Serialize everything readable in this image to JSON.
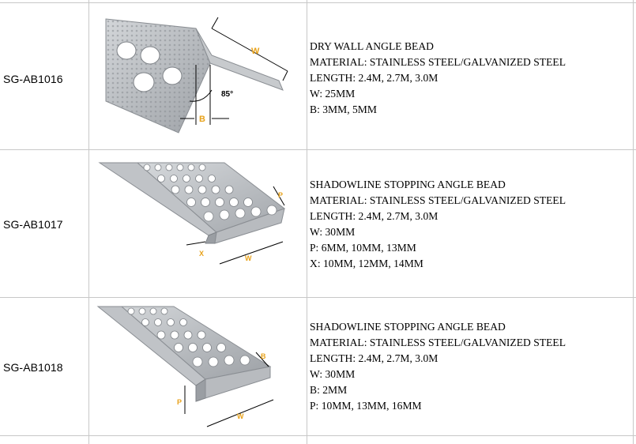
{
  "rows": [
    {
      "code": "SG-AB1016",
      "lines": [
        "DRY WALL ANGLE BEAD",
        "MATERIAL: STAINLESS STEEL/GALVANIZED STEEL",
        "LENGTH: 2.4M, 2.7M, 3.0M",
        "W: 25MM",
        "B: 3MM, 5MM"
      ],
      "labels": {
        "w": "W",
        "angle": "85°",
        "b": "B"
      }
    },
    {
      "code": "SG-AB1017",
      "lines": [
        "SHADOWLINE STOPPING ANGLE BEAD",
        "MATERIAL: STAINLESS STEEL/GALVANIZED STEEL",
        "LENGTH: 2.4M, 2.7M, 3.0M",
        "W: 30MM",
        "P: 6MM, 10MM, 13MM",
        "X: 10MM, 12MM, 14MM"
      ],
      "labels": {
        "p": "P",
        "x": "X",
        "w": "W"
      }
    },
    {
      "code": "SG-AB1018",
      "lines": [
        "SHADOWLINE STOPPING ANGLE BEAD",
        "MATERIAL: STAINLESS STEEL/GALVANIZED STEEL",
        "LENGTH: 2.4M, 2.7M, 3.0M",
        "W: 30MM",
        "B: 2MM",
        "P: 10MM, 13MM, 16MM"
      ],
      "labels": {
        "b": "B",
        "p": "P",
        "w": "W"
      }
    }
  ],
  "colors": {
    "grid": "#c8c8c8",
    "label": "#e8a21a",
    "metal": "#b9bcc0"
  }
}
